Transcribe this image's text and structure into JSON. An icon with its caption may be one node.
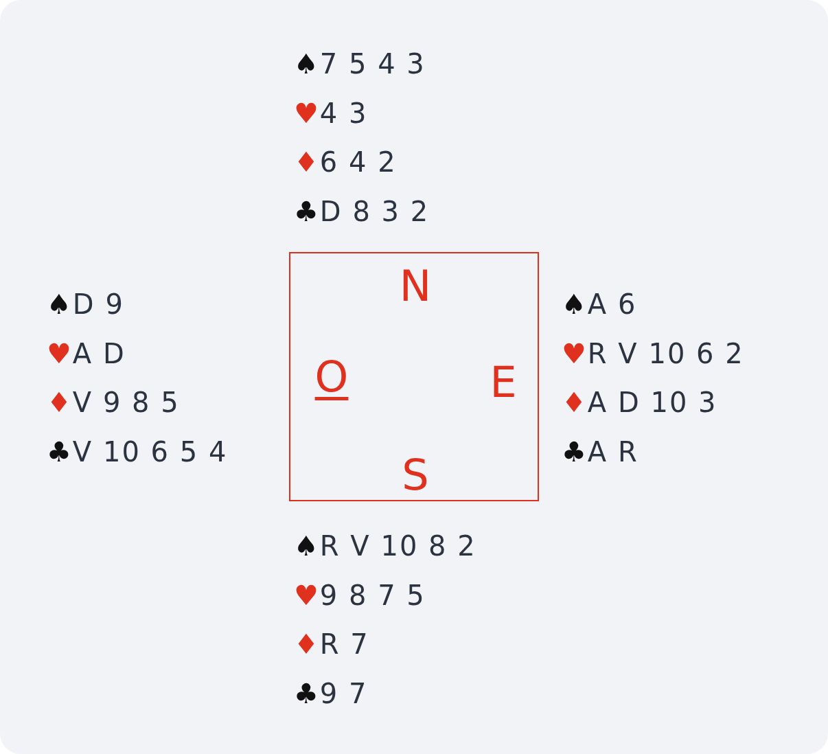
{
  "diagram": {
    "nodes": [
      {
        "text": [
          "N",
          "O",
          "E",
          "S"
        ]
      }
    ],
    "labels": [
      "♠7 5 4 3",
      "♥4 3",
      "♦6 4 2",
      "♣D 8 3 2",
      "♠D 9",
      "♥A D",
      "♦V 9 8 5",
      "♣V 10 6 5 4",
      "♠A 6",
      "♥R V 10 6 2",
      "♦A D 10 3",
      "♣A R",
      "♠R V 10 8 2",
      "♥9 8 7 5",
      "♦R 7",
      "♣9 7"
    ]
  }
}
